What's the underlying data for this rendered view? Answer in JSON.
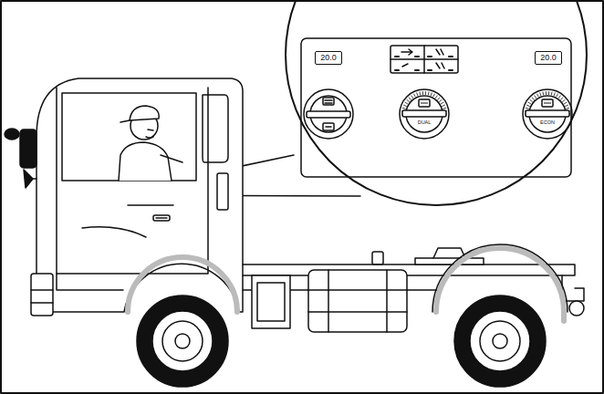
{
  "diagram": {
    "nodes": [
      {
        "text": [
          "20.0"
        ]
      },
      {
        "text": [
          "DUAL"
        ]
      },
      {
        "text": [
          "20.0"
        ]
      },
      {
        "text": [
          "ECON"
        ]
      }
    ]
  }
}
